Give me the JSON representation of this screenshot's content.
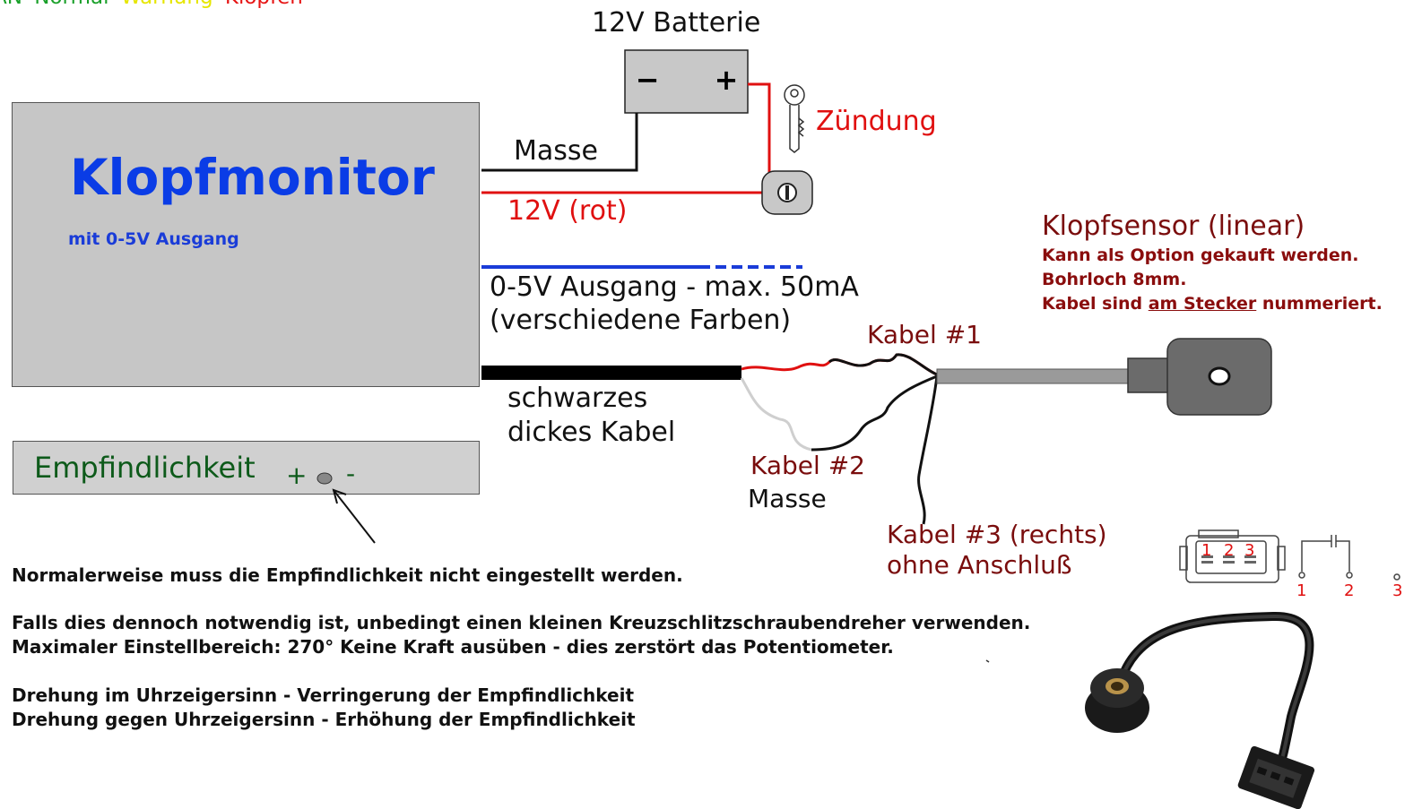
{
  "legend": {
    "item1": "AN",
    "item2": "Normal",
    "item3": "Warnung",
    "item4": "Klopfen",
    "colors": {
      "item1": "#1aa02a",
      "item2": "#1aa02a",
      "item3": "#e6e600",
      "item4": "#e61414"
    }
  },
  "battery": {
    "title": "12V Batterie",
    "minus": "−",
    "plus": "+"
  },
  "ignition_label": "Zündung",
  "monitor": {
    "title": "Klopfmonitor",
    "subtitle": "mit 0-5V Ausgang"
  },
  "wires": {
    "ground": "Masse",
    "power": "12V (rot)",
    "output_line1": "0-5V Ausgang - max. 50mA",
    "output_line2": "(verschiedene Farben)",
    "cable_line1": "schwarzes",
    "cable_line2": "dickes Kabel",
    "cable1": "Kabel #1",
    "cable2": "Kabel #2",
    "cable2_sub": "Masse",
    "cable3": "Kabel #3 (rechts)",
    "cable3_sub": "ohne Anschluß"
  },
  "sensor": {
    "heading": "Klopfsensor (linear)",
    "note1": "Kann als Option gekauft werden.",
    "note2": "Bohrloch 8mm.",
    "note3_pre": "Kabel sind ",
    "note3_link": "am Stecker",
    "note3_post": " nummeriert."
  },
  "sensitivity": {
    "label": "Empfindlichkeit",
    "plus": "+",
    "minus": "-"
  },
  "connector": {
    "pins": [
      "1",
      "2",
      "3"
    ],
    "schematic_pins": [
      "1",
      "2",
      "3"
    ]
  },
  "notes": {
    "line1": "Normalerweise muss die Empfindlichkeit nicht eingestellt werden.",
    "line2": "Falls dies dennoch notwendig ist, unbedingt einen kleinen Kreuzschlitzschraubendreher verwenden.",
    "line3": "Maximaler Einstellbereich: 270°   Keine Kraft ausüben - dies zerstört das Potentiometer.",
    "line4": "Drehung im Uhrzeigersinn - Verringerung der Empfindlichkeit",
    "line5": "Drehung gegen Uhrzeigersinn - Erhöhung der Empfindlichkeit"
  }
}
